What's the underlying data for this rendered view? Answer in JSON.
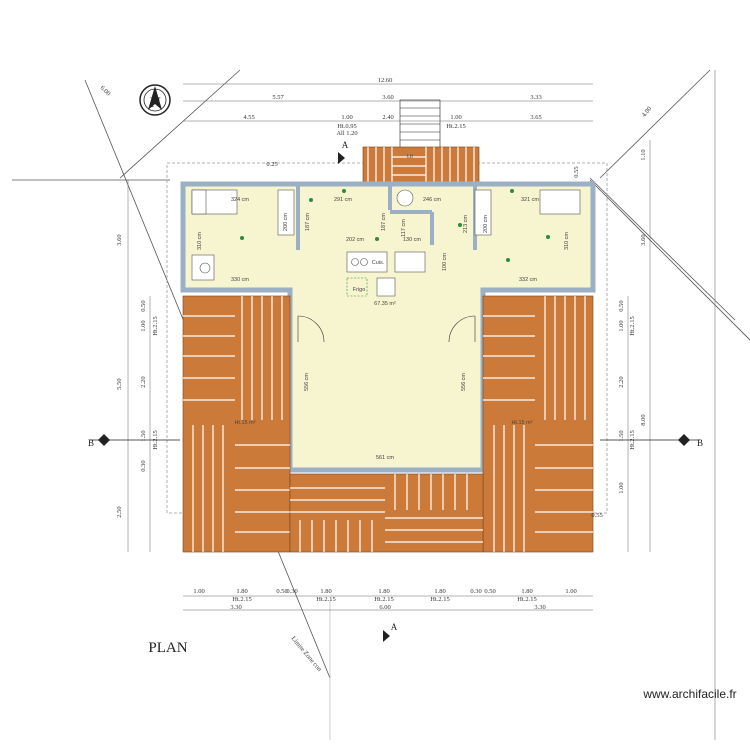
{
  "title": "PLAN",
  "watermark": "www.archifacile.fr",
  "limit_label": "Limite Zone con",
  "north_label": "N",
  "sections": {
    "a_top": "A",
    "a_bottom": "A",
    "b_left": "B",
    "b_right": "B"
  },
  "top_dims": {
    "row1": "12.60",
    "row2": [
      "5.57",
      "3.60",
      "3.33"
    ],
    "row3": [
      "4.55",
      "1.00",
      "2.40",
      "1.00",
      "3.65"
    ],
    "hint_left": "Ht.0.95",
    "hint_left2": "All 1.20",
    "hint_right": "Ht.2.15"
  },
  "diag_dims": {
    "left": "6.00",
    "right": "4.00",
    "top_small": "0.25",
    "corner": "0.55"
  },
  "left_dims": {
    "outer": [
      "3.60",
      "5.50",
      "2.50"
    ],
    "inner": [
      "0.50",
      "1.00",
      "2.20",
      "1.50",
      "0.30"
    ],
    "hint": [
      "Ht.2.15",
      "Ht.2.15"
    ]
  },
  "right_dims": {
    "outer": [
      "1.10",
      "3.60",
      "8.00"
    ],
    "inner": [
      "0.50",
      "1.00",
      "2.20",
      "1.50",
      "1.00"
    ],
    "hint": [
      "Ht.2.15",
      "Ht.2.15"
    ],
    "corner": "0.55"
  },
  "bottom_dims": {
    "row1": [
      "1.00",
      "1.80",
      "0.50",
      "0.30",
      "1.80",
      "1.80",
      "1.80",
      "0.30",
      "0.50",
      "1.80",
      "1.00"
    ],
    "hints": [
      "Ht.2.15",
      "Ht.2.15",
      "Ht.2.15",
      "Ht.2.15",
      "Ht.2.15"
    ],
    "row2": [
      "3.30",
      "6.00",
      "3.30"
    ]
  },
  "rooms": {
    "top_left": [
      "324 cm",
      "310 cm",
      "330 cm",
      "200 cm"
    ],
    "top_mid": [
      "291 cm",
      "187 cm",
      "202 cm",
      "187 cm",
      "117 cm",
      "130 cm"
    ],
    "top_right": [
      "246 cm",
      "321 cm",
      "213 cm",
      "200 cm",
      "310 cm",
      "332 cm"
    ],
    "center": [
      "100 cm",
      "67.35 m²",
      "556 cm",
      "556 cm",
      "561 cm"
    ],
    "wing": [
      "Ht.15 m²",
      "Ht.15 m²"
    ],
    "kitchen": [
      "Frigo",
      "Lit",
      "Cuis."
    ]
  }
}
